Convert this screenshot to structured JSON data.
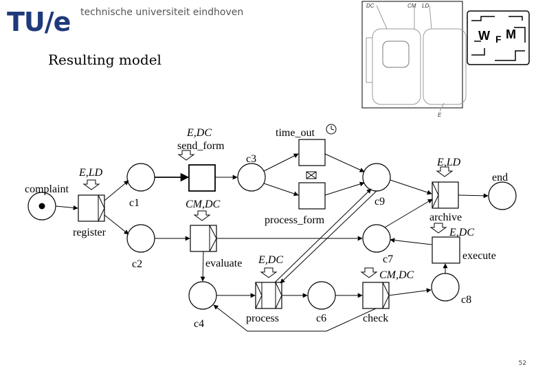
{
  "header": {
    "logo_text": "TU/e",
    "university": "technische universiteit eindhoven",
    "slide_title": "Resulting model",
    "page_number": "52"
  },
  "net_legend": {
    "dc": "DC",
    "cm": "CM",
    "ld": "LD",
    "e": "E"
  },
  "wfm_logo": {
    "letters": [
      "W",
      "F",
      "M"
    ]
  },
  "places": {
    "complaint": "complaint",
    "c1": "c1",
    "c2": "c2",
    "c3": "c3",
    "c4": "c4",
    "c6": "c6",
    "c7": "c7",
    "c8": "c8",
    "c9": "c9",
    "end": "end"
  },
  "transitions": {
    "register": "register",
    "send_form": "send_form",
    "time_out": "time_out",
    "process_form": "process_form",
    "evaluate": "evaluate",
    "process": "process",
    "check": "check",
    "archive": "archive",
    "execute": "execute"
  },
  "resources": {
    "register": "E,LD",
    "send_form": "E,DC",
    "evaluate": "CM,DC",
    "process": "E,DC",
    "check": "CM,DC",
    "archive": "E,LD",
    "execute": "E,DC"
  }
}
